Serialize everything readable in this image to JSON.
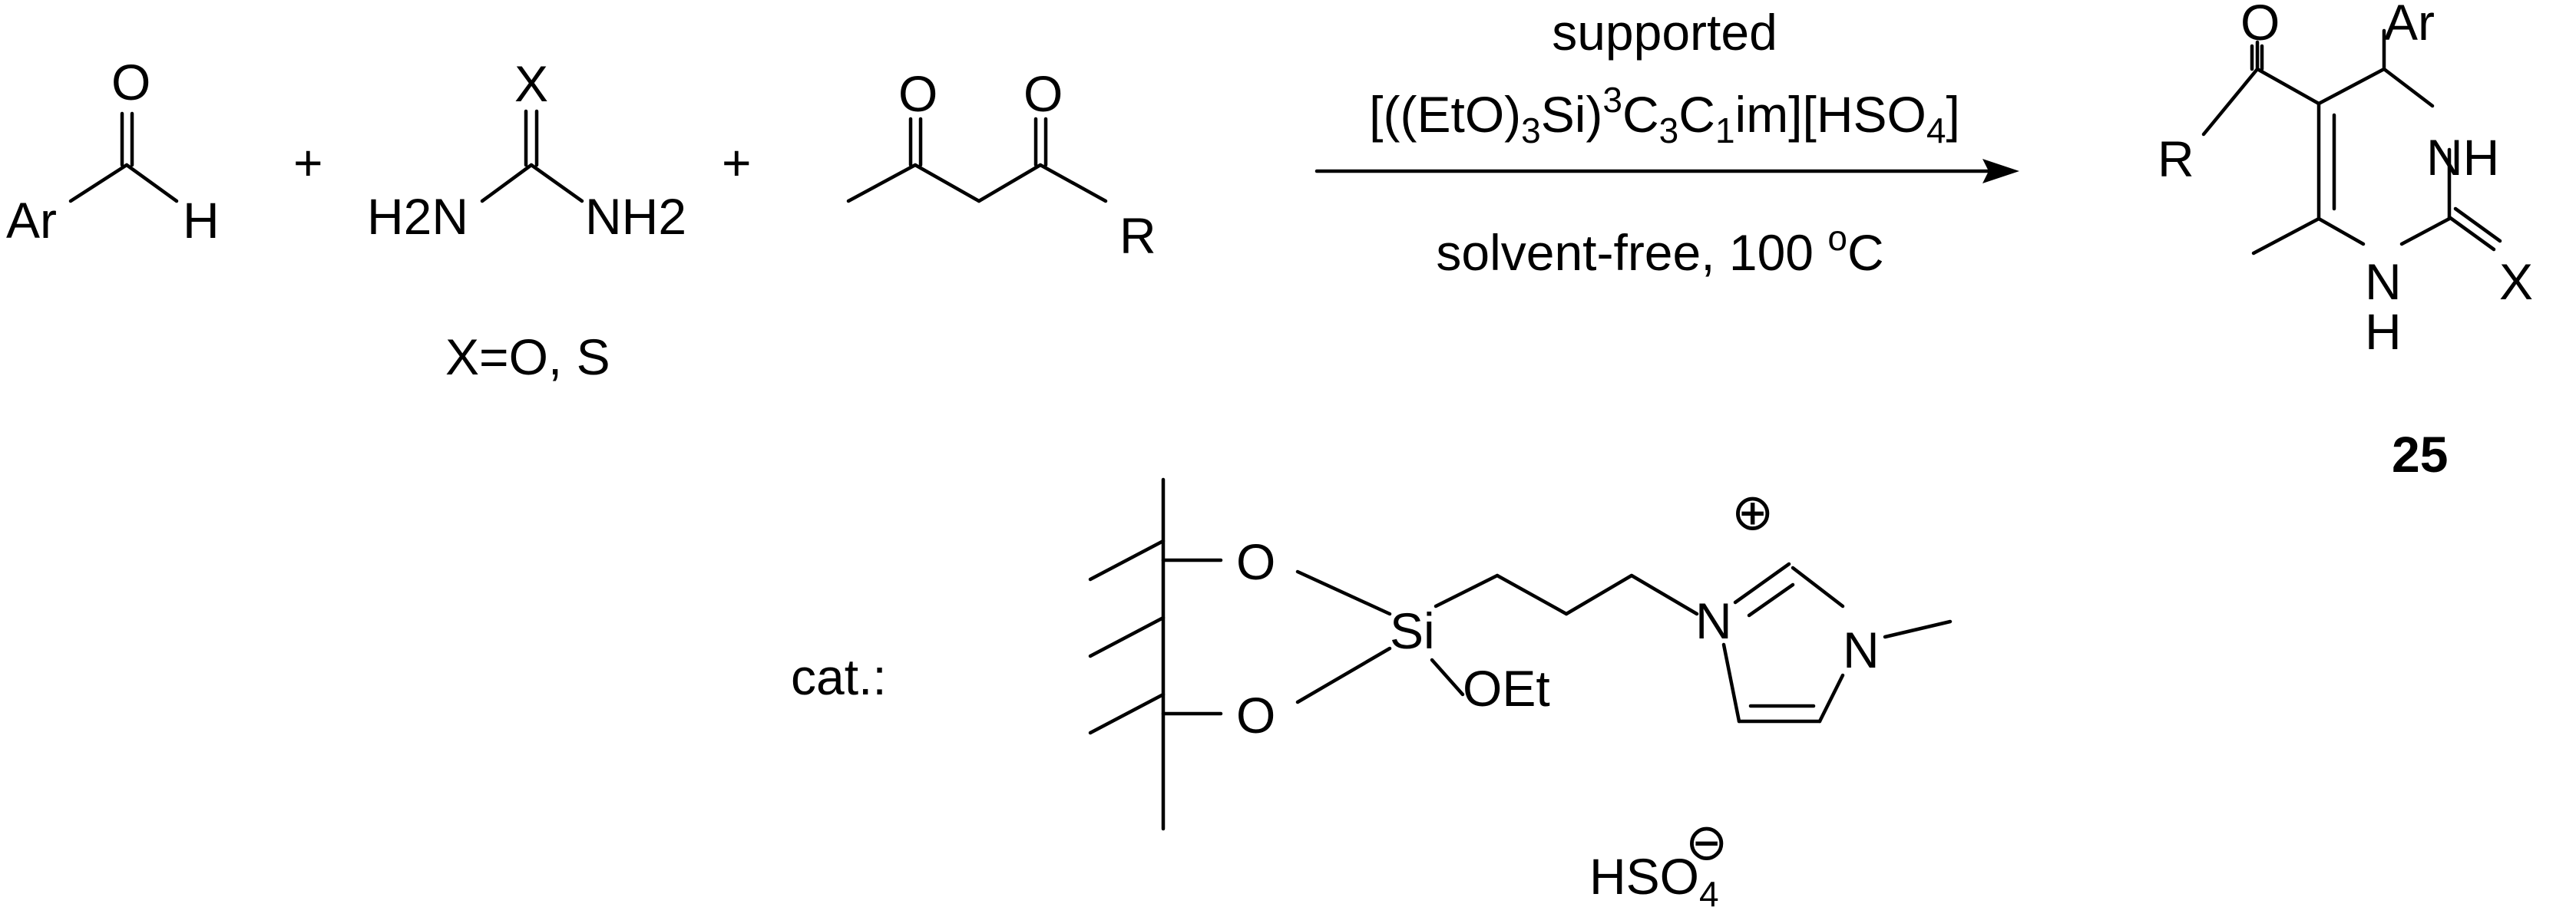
{
  "reagents": {
    "aldehyde": {
      "atoms": [
        "Ar",
        "O",
        "H"
      ]
    },
    "urea": {
      "atoms": [
        "X",
        "H2N",
        "NH2"
      ],
      "note": "X=O, S"
    },
    "diketone": {
      "atoms": [
        "O",
        "O",
        "R"
      ]
    }
  },
  "plus_signs": [
    "+",
    "+"
  ],
  "arrow": {
    "above": [
      "supported",
      "[((EtO)3Si)3C3C1im][HSO4]"
    ],
    "below": "solvent-free, 100 oC"
  },
  "product": {
    "atoms": [
      "O",
      "Ar",
      "R",
      "NH",
      "N",
      "H",
      "X"
    ],
    "number": "25"
  },
  "catalyst": {
    "label": "cat.:",
    "atoms": [
      "O",
      "O",
      "Si",
      "OEt",
      "N",
      "N"
    ],
    "charges": [
      "⊕",
      "⊖"
    ],
    "counterion": "HSO4"
  }
}
